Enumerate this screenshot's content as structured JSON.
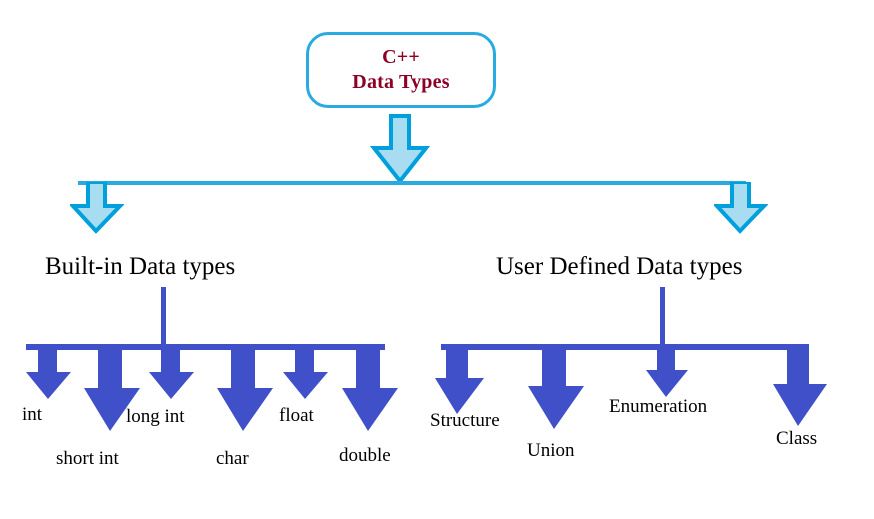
{
  "diagram": {
    "title_lines": [
      "C++",
      "Data Types"
    ],
    "colors": {
      "title_text": "#8B0024",
      "root_border": "#29ABE2",
      "cyan_arrow_fill": "#A8DCF0",
      "cyan_arrow_stroke": "#00A0DC",
      "blue_arrow": "#4050C8",
      "label_text": "#000000",
      "background": "#FFFFFF"
    },
    "branches": [
      {
        "label": "Built-in Data types",
        "leaves": [
          {
            "label": "int",
            "arrow": "short"
          },
          {
            "label": "short int",
            "arrow": "long"
          },
          {
            "label": "long int",
            "arrow": "short"
          },
          {
            "label": "char",
            "arrow": "long"
          },
          {
            "label": "float",
            "arrow": "short"
          },
          {
            "label": "double",
            "arrow": "long"
          }
        ]
      },
      {
        "label": "User Defined Data types",
        "leaves": [
          {
            "label": "Structure",
            "arrow": "long"
          },
          {
            "label": "Union",
            "arrow": "long"
          },
          {
            "label": "Enumeration",
            "arrow": "short"
          },
          {
            "label": "Class",
            "arrow": "long"
          }
        ]
      }
    ]
  }
}
